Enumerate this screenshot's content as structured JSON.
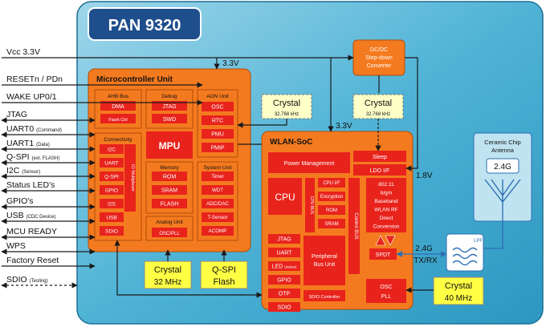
{
  "title": "PAN 9320",
  "left_signals": [
    "Vcc 3.3V",
    "RESETn / PDn",
    "WAKE UP0/1",
    "JTAG",
    "UART0",
    "UART1",
    "Q-SPI",
    "I2C",
    "Status LED's",
    "GPIO's",
    "USB",
    "MCU READY",
    "WPS",
    "Factory Reset",
    "SDIO"
  ],
  "left_signal_notes": [
    "",
    "",
    "",
    "",
    "(Command)",
    "(Data)",
    "(ext. FLASH)",
    "(Sensor)",
    "",
    "",
    "(CDC Device)",
    "",
    "",
    "",
    "(Testing)"
  ],
  "mcu": {
    "title": "Microcontroller Unit",
    "ahb": {
      "title": "AHB Bus",
      "dma": "DMA",
      "flash": "Flash Ctrl"
    },
    "debug": {
      "title": "Debug",
      "jtag": "JTAG",
      "swd": "SWD"
    },
    "aon": {
      "title": "AON Unit",
      "items": [
        "OSC",
        "RTC",
        "PMU",
        "PMIP"
      ]
    },
    "connectivity": {
      "title": "Connectivity",
      "items": [
        "I2C",
        "UART",
        "Q-SPI",
        "GPIO",
        "I2S",
        "USB",
        "SDIO"
      ],
      "mux": "IO Multiplexer"
    },
    "mpu": "MPU",
    "memory": {
      "title": "Memory",
      "items": [
        "ROM",
        "SRAM",
        "FLASH"
      ]
    },
    "system": {
      "title": "System Unit",
      "items": [
        "Timer",
        "WDT",
        "ADC/DAC",
        "T-Sensor",
        "ACOMP"
      ]
    },
    "analog": {
      "title": "Analog Unit",
      "items": [
        "OSC/PLL"
      ]
    }
  },
  "wlan": {
    "title": "WLAN-SoC",
    "power": "Power Management",
    "sleep": "Sleep",
    "ldo": "LDO I/F",
    "cpu": "CPU",
    "cpu_bus": "CPU BUS",
    "encryption_col": [
      "CPU I/F",
      "Encryption",
      "ROM",
      "SRAM"
    ],
    "control_bus": "Control BUS",
    "radio": [
      "802.11",
      "b/g/n",
      "Baseband",
      "WLAN RF",
      "Direct",
      "Conversion"
    ],
    "spdt": "SPDT",
    "io_col": [
      "JTAG",
      "UART",
      "LED",
      "GPIO",
      "OTP",
      "SDIO"
    ],
    "led_note": "(status)",
    "peripheral": "Peripheral Bus Unit",
    "sdio_ctrl": "SDIO Controller",
    "osc": [
      "OSC",
      "PLL"
    ]
  },
  "dcdc": [
    "DC/DC",
    "Step-down",
    "Converter"
  ],
  "crystal_32k_a": {
    "title": "Crystal",
    "freq": "32.768 kHz"
  },
  "crystal_32k_b": {
    "title": "Crystal",
    "freq": "32.768 kHz"
  },
  "crystal_32mhz": {
    "title": "Crystal",
    "freq": "32 MHz"
  },
  "crystal_40mhz": {
    "title": "Crystal",
    "freq": "40 MHz"
  },
  "qspi_flash": [
    "Q-SPI",
    "Flash"
  ],
  "antenna": {
    "title": [
      "Ceramic Chip",
      "Antenna"
    ],
    "band": "2.4G"
  },
  "lpf": "LPF",
  "rf_label": [
    "2.4G",
    "TX/RX"
  ],
  "voltage_labels": {
    "v33_top": "3.3V",
    "v33_wlan": "3.3V",
    "v18": "1.8V"
  },
  "colors": {
    "board": "#3da7c9",
    "mcu": "#f47a1f",
    "block": "#e8231c",
    "crystal": "#ffff44",
    "title_bg": "#1f4e8c",
    "line": "#1a1a1a"
  }
}
